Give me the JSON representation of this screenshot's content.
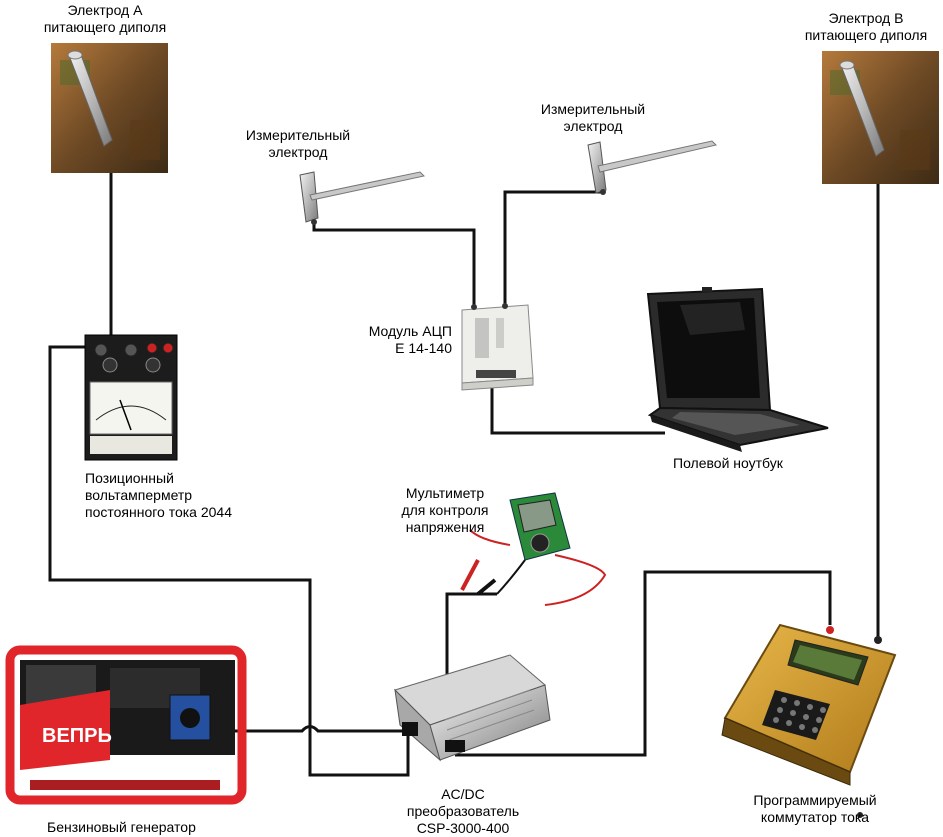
{
  "labels": {
    "electrode_a": [
      "Электрод А",
      "питающего диполя"
    ],
    "electrode_b": [
      "Электрод В",
      "питающего диполя"
    ],
    "meas_left": [
      "Измерительный",
      "электрод"
    ],
    "meas_right": [
      "Измерительный",
      "электрод"
    ],
    "adc": [
      "Модуль АЦП",
      "Е 14-140"
    ],
    "laptop": [
      "Полевой ноутбук"
    ],
    "voltmeter": [
      "Позиционный",
      "вольтамперметр",
      "постоянного тока 2044"
    ],
    "multimeter": [
      "Мультиметр",
      "для контроля",
      "напряжения"
    ],
    "generator": [
      "Бензиновый генератор"
    ],
    "converter": [
      "AC/DC",
      "преобразователь",
      "CSP-3000-400"
    ],
    "switch": [
      "Программируемый",
      "коммутатор тока"
    ]
  },
  "device_marks": {
    "generator_brand": "ВЕПРЬ"
  },
  "colors": {
    "wire": "#111111",
    "generator_frame": "#e0262a",
    "switch_body": "#d9a22c",
    "probe_red": "#cc2222"
  }
}
